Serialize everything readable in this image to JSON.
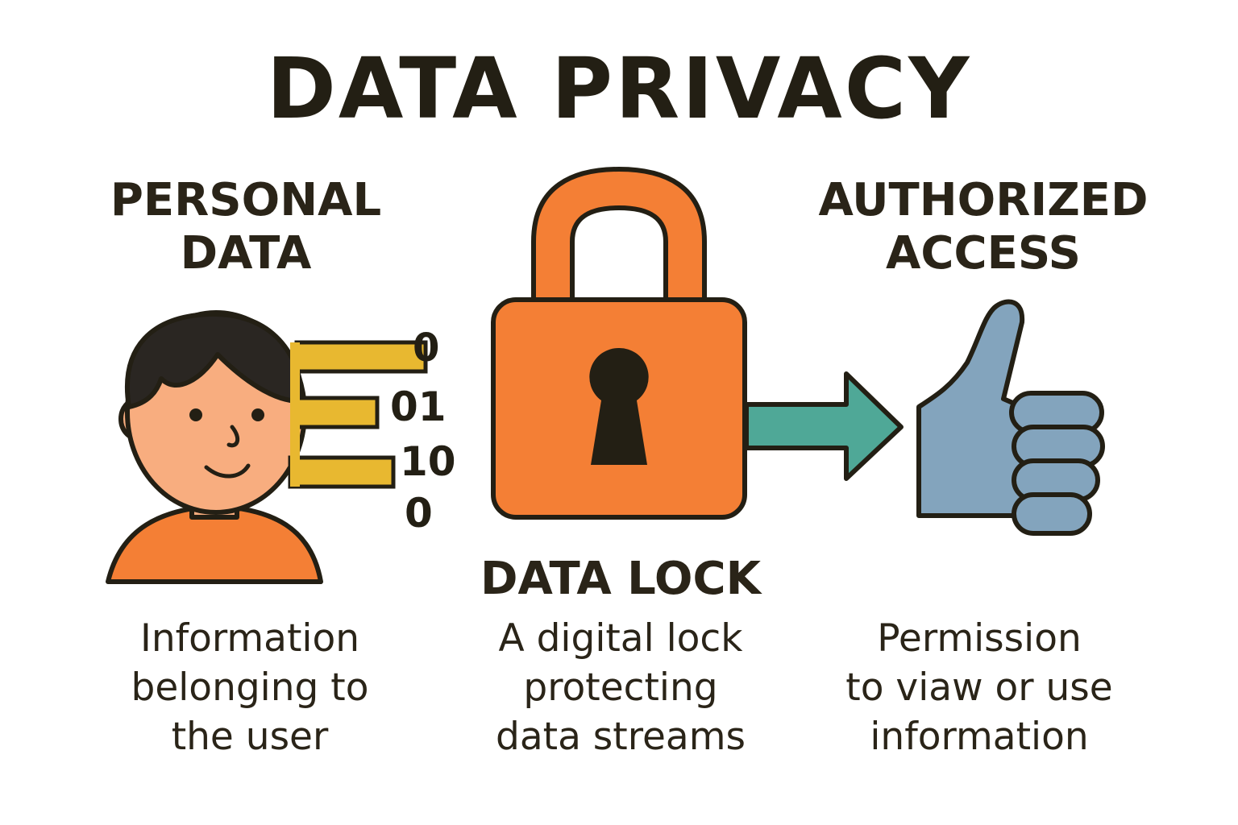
{
  "title": "DATA PRIVACY",
  "personal": {
    "heading": [
      "PERSONAL",
      "DATA"
    ],
    "description": [
      "Information",
      "belonging to",
      "the user"
    ],
    "bits": [
      "0",
      "01",
      "10",
      "0"
    ]
  },
  "lock": {
    "heading": "DATA LOCK",
    "description": [
      "A digital lock",
      "protecting",
      "data streams"
    ]
  },
  "access": {
    "heading": [
      "AUTHORIZED",
      "ACCESS"
    ],
    "description": [
      "Permission",
      "to viaw or use",
      "information"
    ]
  },
  "colors": {
    "orange": "#f47f35",
    "skin": "#f8ad7f",
    "hair": "#2a2622",
    "yellow": "#e8b830",
    "teal": "#4fa897",
    "blue": "#83a4bd",
    "outline": "#231f14"
  },
  "icons": [
    "user-icon",
    "binary-data-icon",
    "padlock-icon",
    "keyhole-icon",
    "arrow-right-icon",
    "thumbs-up-icon"
  ]
}
